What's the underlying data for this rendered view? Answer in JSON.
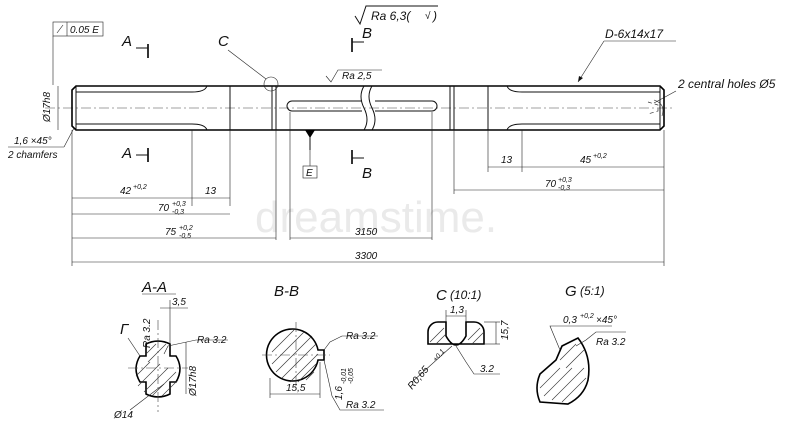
{
  "watermark": "dreamstime.",
  "header": {
    "tolerance_frame": "0.05 E",
    "roughness_main": "Ra 6,3(",
    "roughness_check": "√",
    "roughness_close": ")",
    "spline": "D-6x14x17",
    "central_holes": "2 central holes Ø5"
  },
  "section_marks": {
    "a_top": "A",
    "a_bottom": "A",
    "b_top": "B",
    "b_bottom": "B",
    "c": "C",
    "datum_e": "E"
  },
  "main_view": {
    "diameter": "Ø17h8",
    "ra_keyway": "Ra 2,5",
    "chamfer": "1,6 ×45°",
    "chamfer_count": "2 chamfers",
    "dim_13_left": "13",
    "dim_42": "42",
    "dim_42_tol": "+0,2",
    "dim_70_left": "70",
    "dim_70_left_tol_up": "+0,3",
    "dim_70_left_tol_dn": "-0,3",
    "dim_75": "75",
    "dim_75_tol_up": "+0,2",
    "dim_75_tol_dn": "-0,5",
    "dim_3150": "3150",
    "dim_3300": "3300",
    "dim_13_right": "13",
    "dim_45": "45",
    "dim_45_tol": "+0,2",
    "dim_70_right": "70",
    "dim_70_right_tol_up": "+0,3",
    "dim_70_right_tol_dn": "-0,3"
  },
  "section_aa": {
    "title": "A-A",
    "dim_3_5": "3,5",
    "ra_top": "Ra 3.2",
    "ra_right": "Ra 3.2",
    "gamma": "Г",
    "diameter": "Ø17h8",
    "d14": "Ø14"
  },
  "section_bb": {
    "title": "B-B",
    "ra_top": "Ra 3.2",
    "ra_bottom": "Ra 3.2",
    "dim_15_5": "15,5",
    "dim_1_6": "1,6",
    "dim_1_6_tol_up": "-0,01",
    "dim_1_6_tol_dn": "-0,05"
  },
  "detail_c": {
    "title": "C",
    "scale": "(10:1)",
    "dim_1_3": "1,3",
    "dim_15_7": "15,7",
    "radius": "R0,65",
    "radius_tol": "+0,1",
    "dim_3_2": "3.2"
  },
  "detail_g": {
    "title": "G",
    "scale": "(5:1)",
    "chamfer": "0,3",
    "chamfer_tol_up": "+0,2",
    "chamfer_angle": "×45°",
    "ra": "Ra 3.2"
  }
}
